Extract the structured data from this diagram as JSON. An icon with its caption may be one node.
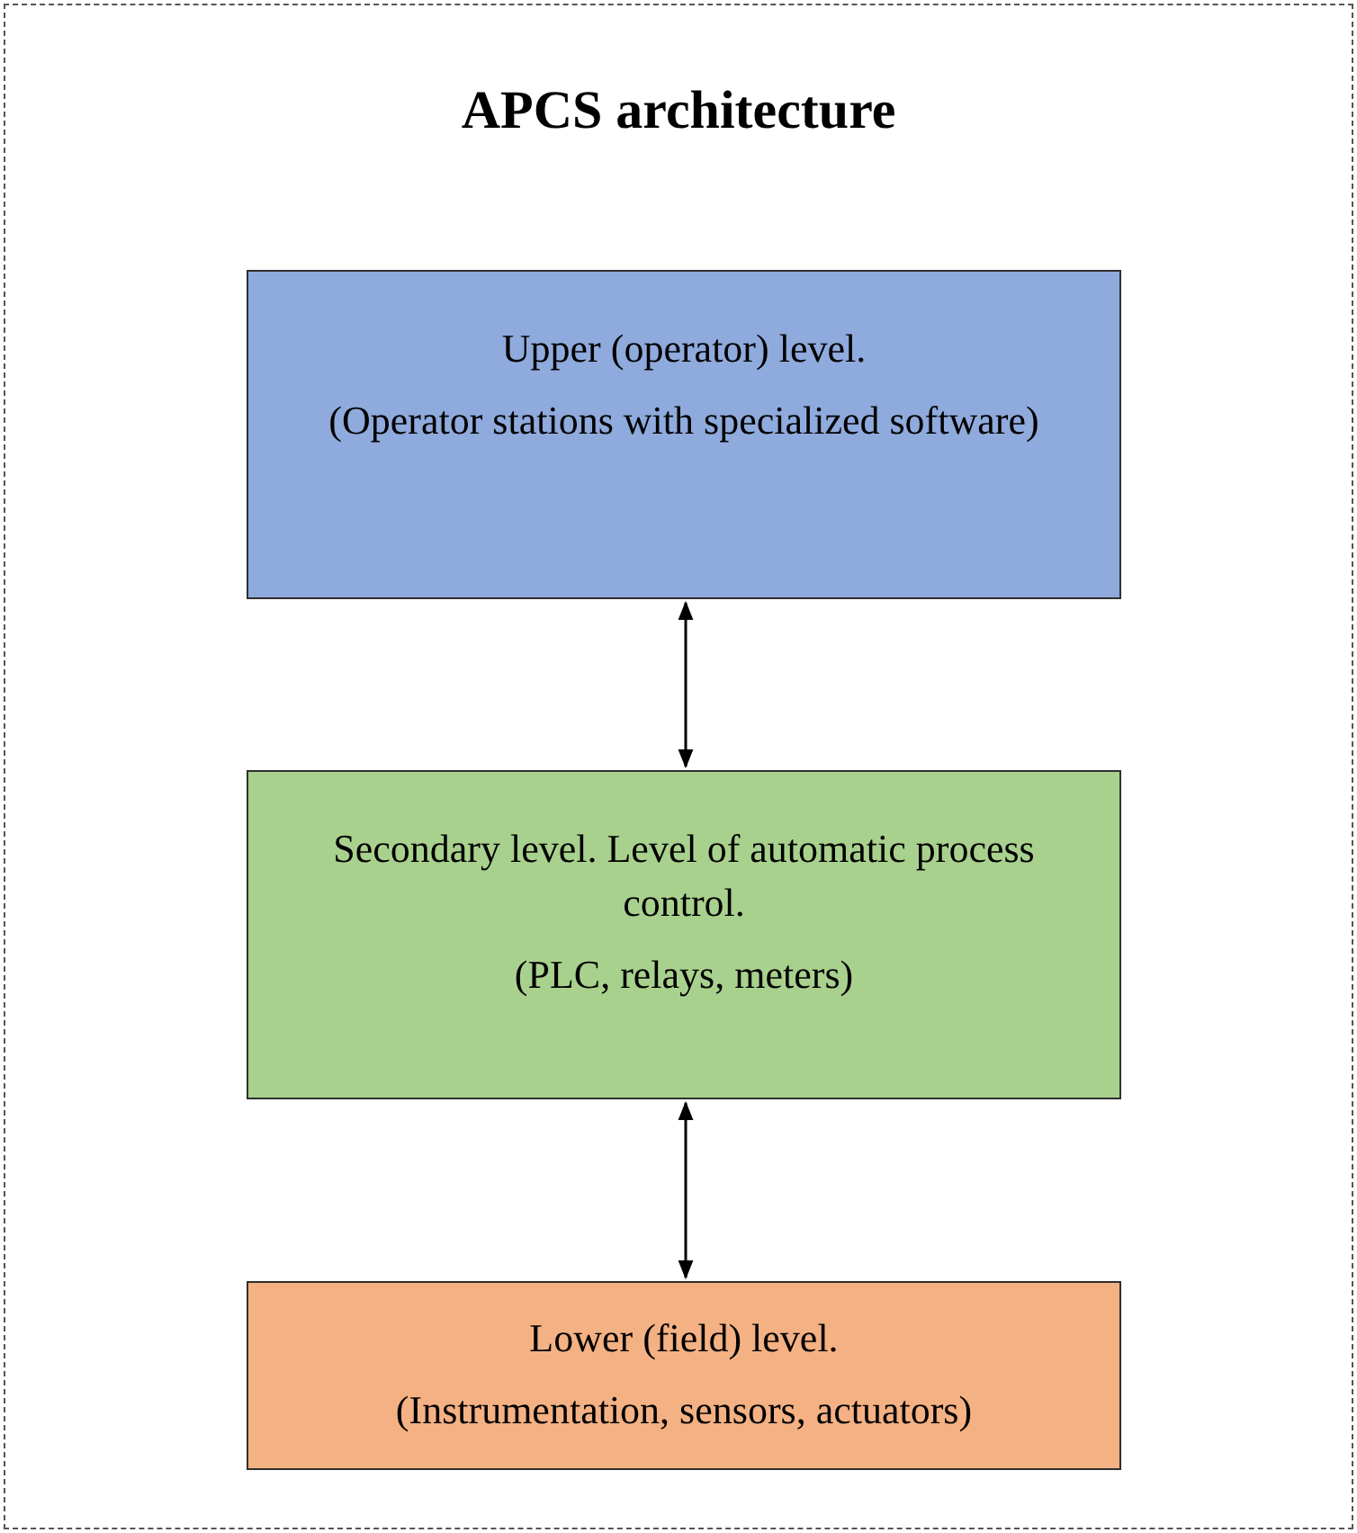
{
  "diagram": {
    "title": "APCS architecture",
    "nodes": [
      {
        "text": [
          "Upper (operator) level.",
          "(Operator stations with specialized software)"
        ]
      },
      {
        "text": [
          "Secondary level. Level of automatic process control.",
          "(PLC, relays, meters)"
        ]
      },
      {
        "text": [
          "Lower (field) level.",
          "(Instrumentation, sensors, actuators)"
        ]
      }
    ],
    "edges": [
      {
        "from": 0,
        "to": 1,
        "arrow": "both"
      },
      {
        "from": 1,
        "to": 2,
        "arrow": "both"
      }
    ]
  }
}
